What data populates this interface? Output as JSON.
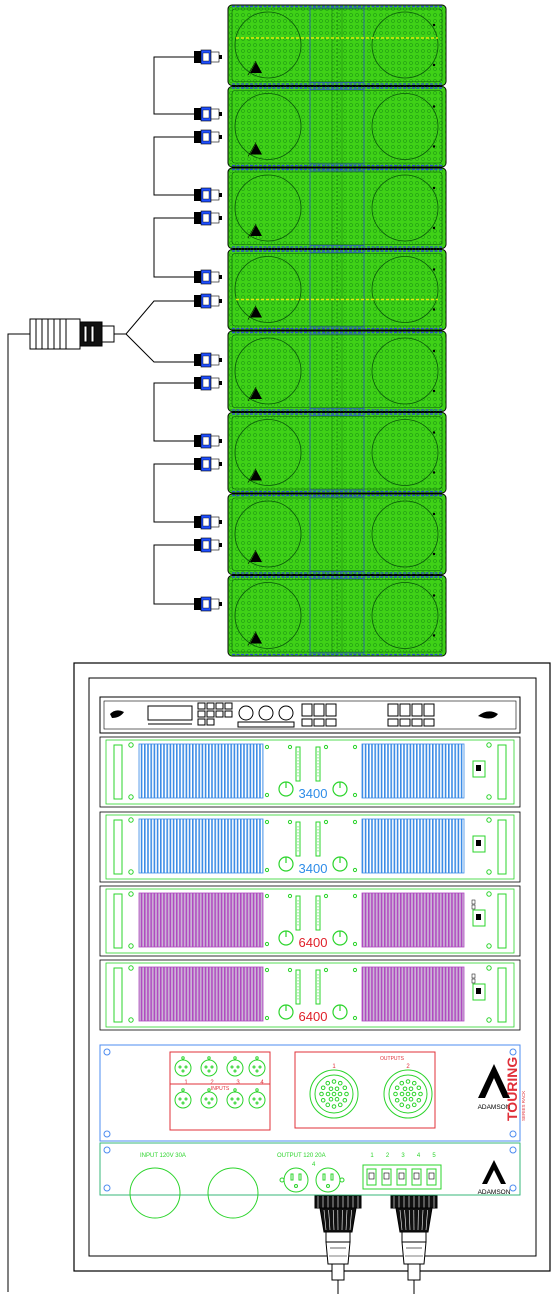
{
  "colors": {
    "speaker_fill": "#3FD117",
    "speaker_outline": "#000000",
    "speaker_accent": "#E8E80A",
    "rigging_blue": "#2D4ECF",
    "connector_blue": "#1F4FFF",
    "rack_panel_green": "#2BD42B",
    "heatsink_blue": "#3C8CE6",
    "heatsink_purple": "#B04AC0",
    "amp_label_blue": "#2E8CE8",
    "amp_label_red": "#E0202A",
    "io_panel_blue": "#4D8CF0",
    "io_panel_red": "#E0303A",
    "power_panel_blue": "#4D8CF0"
  },
  "speaker_array": {
    "cabinet_count": 8
  },
  "amplifiers": [
    {
      "model": "3400",
      "heatsink": "blue"
    },
    {
      "model": "3400",
      "heatsink": "blue"
    },
    {
      "model": "6400",
      "heatsink": "purple"
    },
    {
      "model": "6400",
      "heatsink": "purple"
    }
  ],
  "io_panel": {
    "inputs_label": "INPUTS",
    "outputs_label": "OUTPUTS",
    "input_numbers": [
      "1",
      "2",
      "3",
      "4"
    ],
    "output_numbers": [
      "1",
      "2"
    ],
    "brand": "ADAMSON",
    "series": "TOURING",
    "series_sub": "SERIES RACK"
  },
  "power_panel": {
    "input_label": "INPUT 120V 30A",
    "output_label": "OUTPUT 120 20A",
    "output_count": "4",
    "breaker_numbers": [
      "1",
      "2",
      "3",
      "4",
      "5"
    ],
    "brand": "ADAMSON"
  }
}
